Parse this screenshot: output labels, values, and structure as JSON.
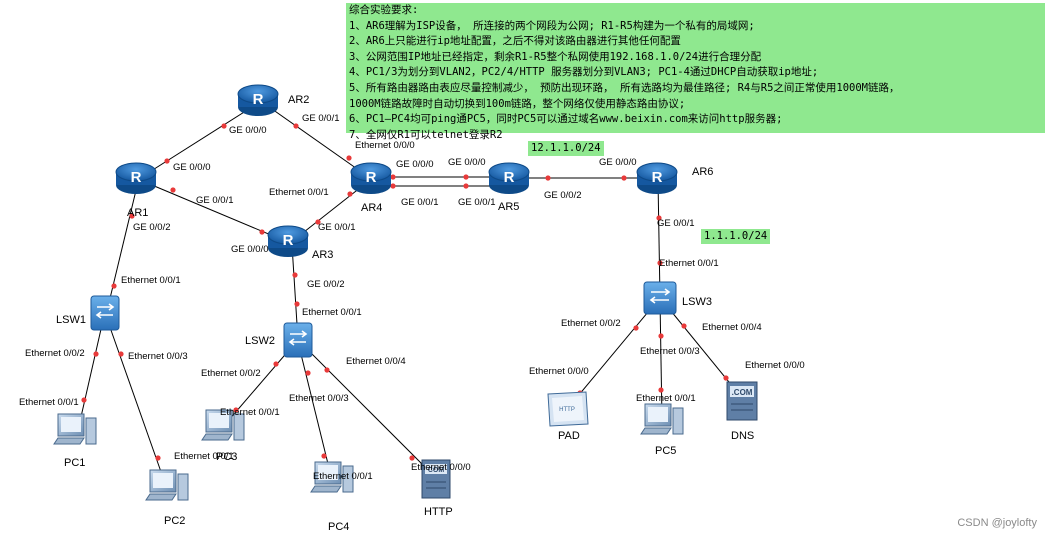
{
  "requirements": {
    "title": "综合实验要求:",
    "lines": [
      "1、AR6理解为ISP设备， 所连接的两个网段为公网; R1-R5构建为一个私有的局域网;",
      "2、AR6上只能进行ip地址配置，之后不得对该路由器进行其他任何配置",
      "3、公网范围IP地址已经指定，剩余R1-R5整个私网使用192.168.1.0/24进行合理分配",
      "4、PC1/3为划分到VLAN2，PC2/4/HTTP 服务器划分到VLAN3; PC1-4通过DHCP自动获取ip地址;",
      "5、所有路由器路由表应尽量控制减少， 预防出现环路， 所有选路均为最佳路径; R4与R5之间正常使用1000M链路，",
      "1000M链路故障时自动切换到100m链路，整个网络仅使用静态路由协议;",
      "6、PC1—PC4均可ping通PC5，同时PC5可以通过域名www.beixin.com来访问http服务器;",
      "7、全网仅R1可以telnet登录R2"
    ]
  },
  "public_nets": [
    "12.1.1.0/24",
    "1.1.1.0/24"
  ],
  "devices": {
    "ar1": "AR1",
    "ar2": "AR2",
    "ar3": "AR3",
    "ar4": "AR4",
    "ar5": "AR5",
    "ar6": "AR6",
    "lsw1": "LSW1",
    "lsw2": "LSW2",
    "lsw3": "LSW3",
    "pc1": "PC1",
    "pc2": "PC2",
    "pc3": "PC3",
    "pc4": "PC4",
    "pc5": "PC5",
    "http": "HTTP",
    "pad": "PAD",
    "dns": "DNS"
  },
  "device_glyphs": {
    "http_screen": "COM",
    "pad_screen": "HTTP",
    "dns_screen": ".COM"
  },
  "ports": {
    "ge000": "GE 0/0/0",
    "ge001": "GE 0/0/1",
    "ge002": "GE 0/0/2",
    "eth001": "Ethernet 0/0/1",
    "eth002": "Ethernet 0/0/2",
    "eth003": "Ethernet 0/0/3",
    "eth004": "Ethernet 0/0/4",
    "eth000": "Ethernet 0/0/0",
    "eth00o": "Ethernet 0/0/0"
  },
  "watermark": "CSDN @joylofty",
  "colors": {
    "router": "#1a66b0",
    "link": "#000000",
    "port_dot": "#e83a3a",
    "note_bg": "#8fe88f"
  }
}
